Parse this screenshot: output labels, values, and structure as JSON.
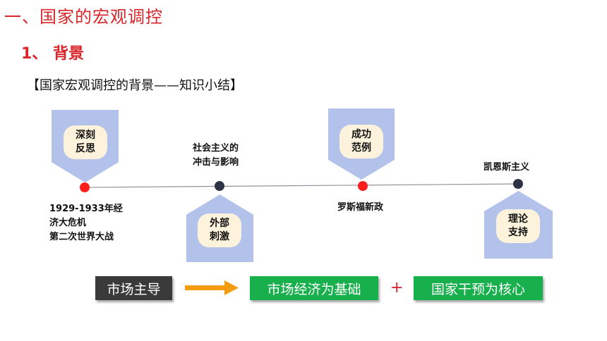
{
  "heading": "一、国家的宏观调控",
  "subheading": "1、 背景",
  "summary_title": "【国家宏观调控的背景——知识小结】",
  "timeline": {
    "tags": {
      "reflection": "深刻\n反思",
      "stimulus": "外部\n刺激",
      "success": "成功\n范例",
      "theory": "理论\n支持"
    },
    "labels": {
      "crisis": "1929-1933年经\n济大危机\n第二次世界大战",
      "socialism": "社会主义的\n冲击与影响",
      "roosevelt": "罗斯福新政",
      "keynes": "凯恩斯主义"
    }
  },
  "formula": {
    "market_led": "市场主导",
    "market_basis": "市场经济为基础",
    "plus": "+",
    "state_core": "国家干预为核心"
  },
  "colors": {
    "title_red": "#d9262a",
    "tag_blue": "#b3c2ea",
    "pill_cream": "#fdf3dc",
    "dot_red": "#ff1e1e",
    "dot_dark": "#2d3444",
    "arrow_orange": "#f39c12",
    "box_green": "#17b04c",
    "box_dark": "#3a3a3a"
  }
}
